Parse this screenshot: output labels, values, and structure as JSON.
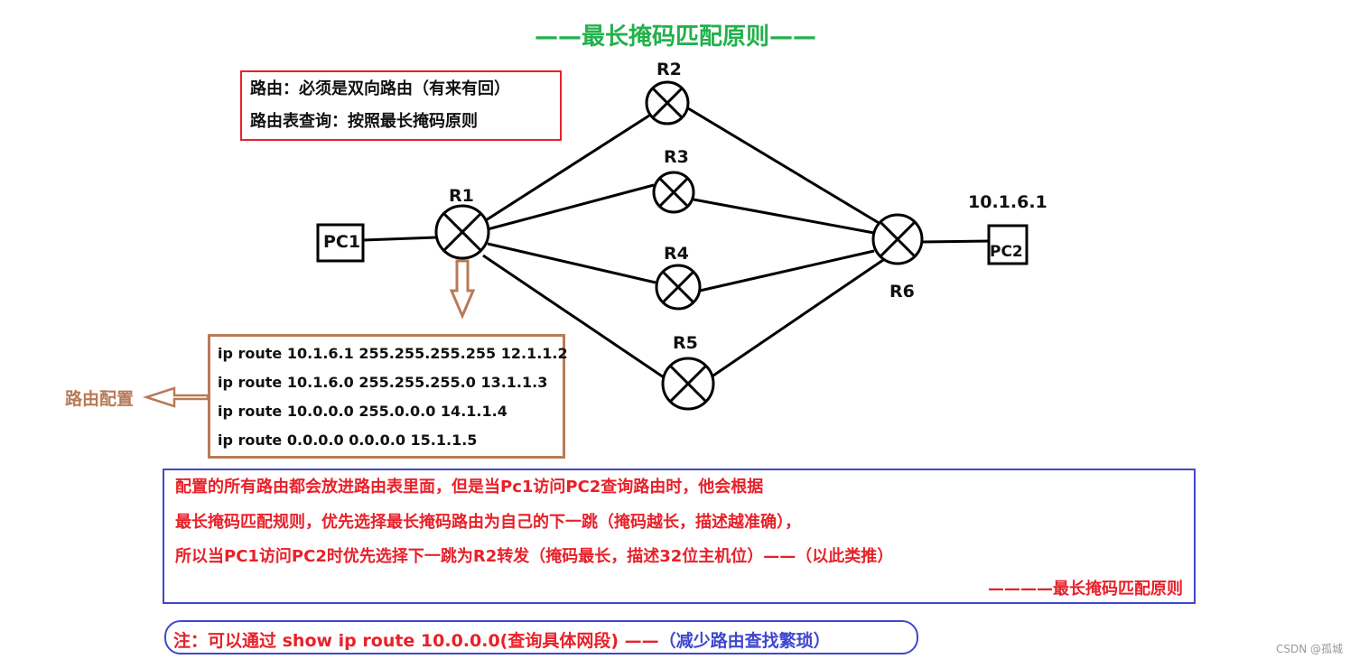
{
  "title": "——最长掩码匹配原则——",
  "rules": {
    "line1": "路由：必须是双向路由（有来有回）",
    "line2": "路由表查询：按照最长掩码原则"
  },
  "nodes": {
    "r1": "R1",
    "r2": "R2",
    "r3": "R3",
    "r4": "R4",
    "r5": "R5",
    "r6": "R6",
    "pc1": "PC1",
    "pc2": "PC2",
    "pc2_ip": "10.1.6.1"
  },
  "config": {
    "label": "路由配置",
    "lines": [
      "ip route 10.1.6.1 255.255.255.255 12.1.1.2",
      "ip route 10.1.6.0 255.255.255.0 13.1.1.3",
      "ip route 10.0.0.0 255.0.0.0 14.1.1.4",
      "ip route 0.0.0.0 0.0.0.0 15.1.1.5"
    ]
  },
  "explanation": {
    "lines": [
      "配置的所有路由都会放进路由表里面，但是当Pc1访问PC2查询路由时，他会根据",
      "最长掩码匹配规则，优先选择最长掩码路由为自己的下一跳（掩码越长，描述越准确），",
      "所以当PC1访问PC2时优先选择下一跳为R2转发（掩码最长，描述32位主机位）——（以此类推）"
    ],
    "footer": "————最长掩码匹配原则"
  },
  "note": {
    "main": "注：可以通过 show ip route 10.0.0.0(查询具体网段) ——",
    "paren": "（减少路由查找繁琐）"
  },
  "watermark": "CSDN @孤城",
  "colors": {
    "title": "#22b14c",
    "red": "#e8212a",
    "blue": "#3f48cc",
    "brown": "#b97a57"
  }
}
